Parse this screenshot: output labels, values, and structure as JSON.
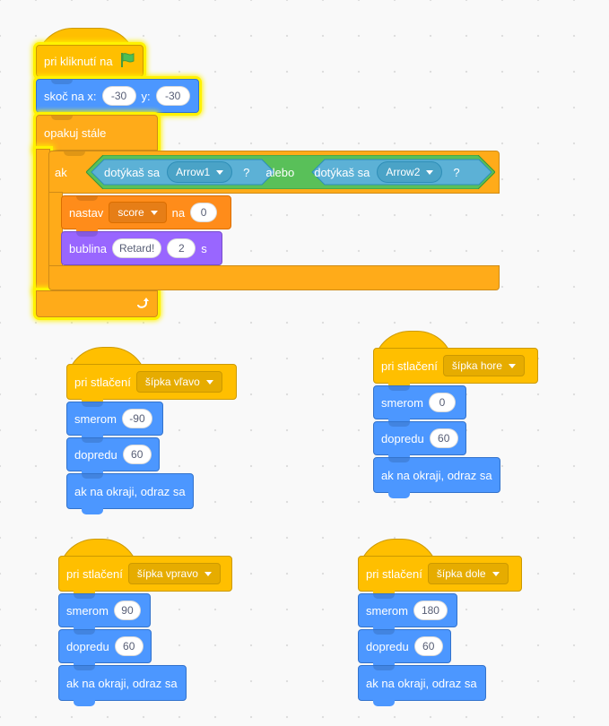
{
  "main_script": {
    "when_flag_label": "pri kliknutí na",
    "goto_label": "skoč na x:",
    "goto_x": "-30",
    "goto_y_label": "y:",
    "goto_y": "-30",
    "forever_label": "opakuj stále",
    "if_label": "ak",
    "touching_label_1": "dotýkaš sa",
    "touching_target_1": "Arrow1",
    "question_1": "?",
    "or_label": "alebo",
    "touching_label_2": "dotýkaš sa",
    "touching_target_2": "Arrow2",
    "question_2": "?",
    "set_label": "nastav",
    "set_var": "score",
    "set_to_label": "na",
    "set_value": "0",
    "say_label": "bublina",
    "say_text": "Retard!",
    "say_secs": "2",
    "say_unit": "s"
  },
  "scripts": [
    {
      "event": "pri stlačení",
      "key": "šípka vľavo",
      "direction_label": "smerom",
      "direction": "-90",
      "move_label": "dopredu",
      "steps": "60",
      "bounce": "ak na okraji, odraz sa"
    },
    {
      "event": "pri stlačení",
      "key": "šípka hore",
      "direction_label": "smerom",
      "direction": "0",
      "move_label": "dopredu",
      "steps": "60",
      "bounce": "ak na okraji, odraz sa"
    },
    {
      "event": "pri stlačení",
      "key": "šípka vpravo",
      "direction_label": "smerom",
      "direction": "90",
      "move_label": "dopredu",
      "steps": "60",
      "bounce": "ak na okraji, odraz sa"
    },
    {
      "event": "pri stlačení",
      "key": "šípka dole",
      "direction_label": "smerom",
      "direction": "180",
      "move_label": "dopredu",
      "steps": "60",
      "bounce": "ak na okraji, odraz sa"
    }
  ],
  "colors": {
    "events": "#ffbf00",
    "motion": "#4c97ff",
    "control": "#ffab19",
    "variables": "#ff8c1a",
    "looks": "#9966ff",
    "operators": "#59c059",
    "sensing": "#5cb1d6",
    "glow": "#fff200"
  }
}
